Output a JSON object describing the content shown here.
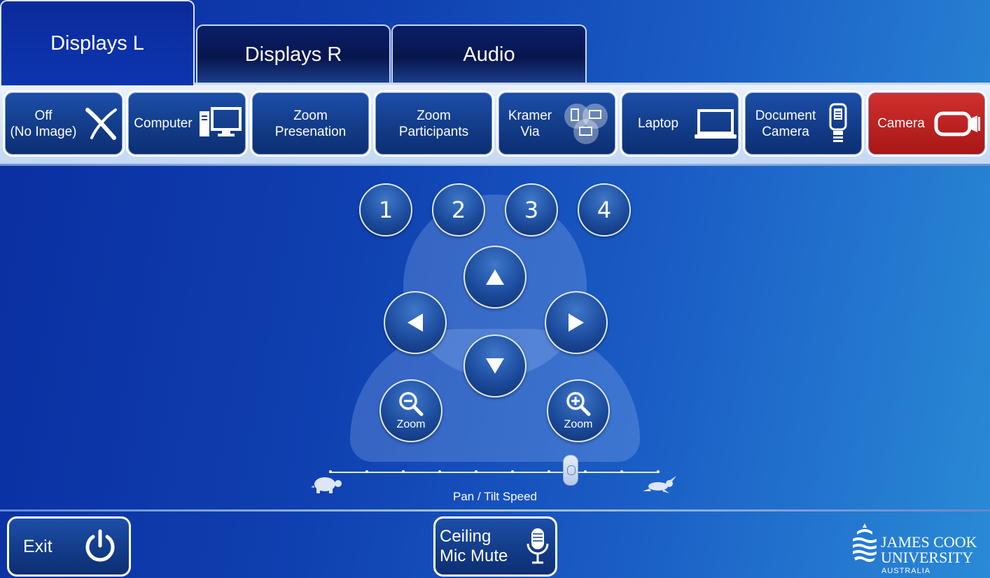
{
  "tabs": [
    {
      "label": "Displays L",
      "active": true
    },
    {
      "label": "Displays R",
      "active": false
    },
    {
      "label": "Audio",
      "active": false
    }
  ],
  "sources": [
    {
      "label": "Off\n(No Image)",
      "icon": "no-image-icon"
    },
    {
      "label": "Computer",
      "icon": "computer-icon"
    },
    {
      "label": "Zoom\nPresenation",
      "icon": ""
    },
    {
      "label": "Zoom\nParticipants",
      "icon": ""
    },
    {
      "label": "Kramer\nVia",
      "icon": "kramer-via-icon"
    },
    {
      "label": "Laptop",
      "icon": "laptop-icon"
    },
    {
      "label": "Document\nCamera",
      "icon": "document-camera-icon"
    },
    {
      "label": "Camera",
      "icon": "camera-icon",
      "selected": true
    }
  ],
  "camera": {
    "presets": [
      "1",
      "2",
      "3",
      "4"
    ],
    "zoom_out_label": "Zoom",
    "zoom_in_label": "Zoom",
    "speed_label": "Pan / Tilt Speed",
    "speed_value_fraction": 0.73
  },
  "bottom": {
    "exit_label": "Exit",
    "mic_mute_label": "Ceiling\nMic Mute"
  },
  "logo": {
    "line1": "JAMES COOK",
    "line2": "UNIVERSITY",
    "line3": "AUSTRALIA"
  },
  "colors": {
    "selected_source": "#c62222",
    "button_blue": "#123a86",
    "background": "#0f3fb0"
  }
}
